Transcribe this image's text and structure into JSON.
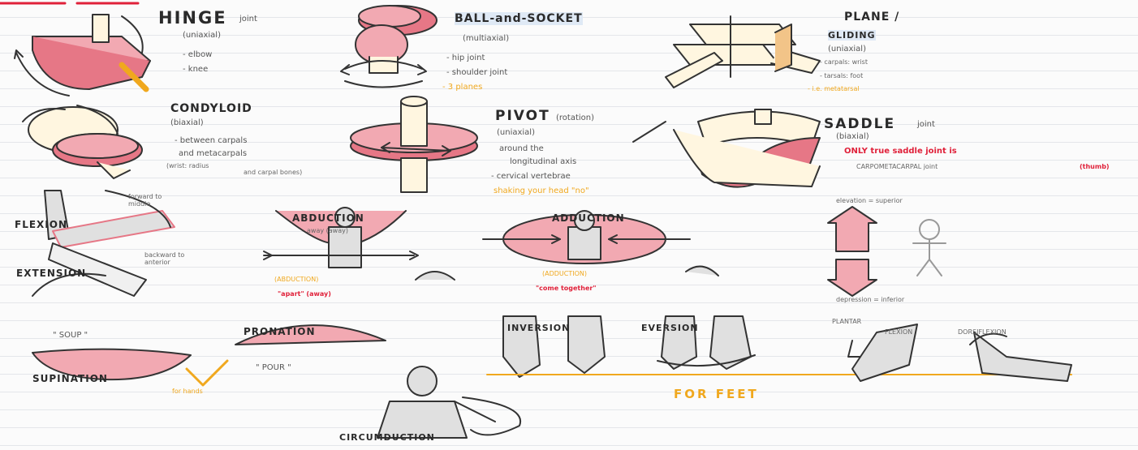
{
  "colors": {
    "ink": "#2a2a2a",
    "pink": "#f2a9b2",
    "pink_dark": "#e67786",
    "orange": "#f0a81e",
    "red": "#e0213a",
    "gray": "#d7d7d7",
    "blue_hl": "#dfe9f5"
  },
  "joints": {
    "hinge": {
      "title": "HINGE",
      "suffix": "joint",
      "type": "(uniaxial)",
      "ex1": "- elbow",
      "ex2": "- knee"
    },
    "ball": {
      "title": "BALL-and-SOCKET",
      "type": "(multiaxial)",
      "ex1": "- hip joint",
      "ex2": "- shoulder joint",
      "note": "- 3 planes"
    },
    "plane": {
      "title": "PLANE /",
      "title2": "GLIDING",
      "type": "(uniaxial)",
      "ex1": "- carpals: wrist",
      "ex2": "- tarsals: foot",
      "note": "- i.e. metatarsal"
    },
    "condyloid": {
      "title": "CONDYLOID",
      "type": "(biaxial)",
      "ex1": "- between carpals",
      "ex2": "and metacarpals",
      "ex3": "(wrist: radius",
      "ex4": "and carpal bones)"
    },
    "pivot": {
      "title": "PIVOT",
      "suffix": "(rotation)",
      "type": "(uniaxial)",
      "ex1": "around the",
      "ex2": "longitudinal axis",
      "ex3": "- cervical vertebrae",
      "note": "shaking your head \"no\""
    },
    "saddle": {
      "title": "SADDLE",
      "suffix": "joint",
      "type": "(biaxial)",
      "ex1": "ONLY true saddle joint is",
      "ex2": "CARPOMETACARPAL joint",
      "ex3": "(thumb)"
    }
  },
  "movements": {
    "flexion": "FLEXION",
    "extension": "EXTENSION",
    "forward_note": "forward to\nmiddle",
    "backward_note": "backward to\nanterior",
    "abduction": "ABDUCTION",
    "abduction_sub": "away (away)",
    "abduction_paren": "(ABDUCTION)",
    "abduction_quote": "\"apart\" (away)",
    "adduction": "ADDUCTION",
    "adduction_sub": "(ADDUCTION)",
    "adduction_quote": "\"come together\"",
    "elevation": "elevation = superior",
    "depression": "depression = inferior",
    "soup": "\" SOUP \"",
    "supination": "SUPINATION",
    "pronation": "PRONATION",
    "pour": "\" POUR \"",
    "for_hands": "for hands",
    "inversion": "INVERSION",
    "eversion": "EVERSION",
    "plantar": "PLANTAR",
    "plantar2": "FLEXION",
    "dorsiflexion": "DORSIFLEXION",
    "for_feet": "FOR FEET",
    "circumduction": "CIRCUMDUCTION"
  }
}
